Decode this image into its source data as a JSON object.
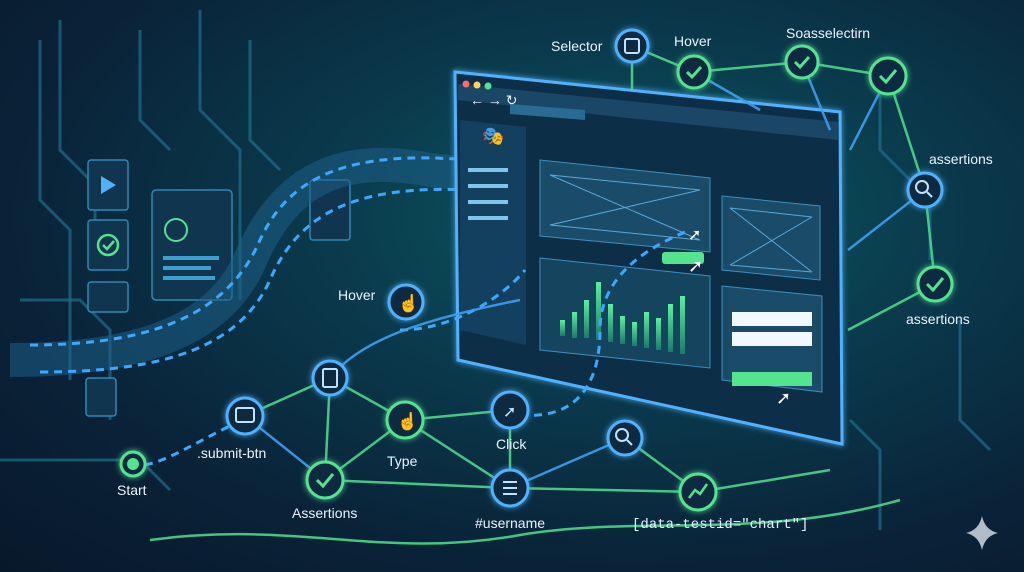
{
  "labels": {
    "start": "Start",
    "submit_btn": ".submit-btn",
    "hover_left": "Hover",
    "type": "Type",
    "click": "Click",
    "assertions_bottom": "Assertions",
    "username": "#username",
    "chart_selector": "[data-testid=\"chart\"]",
    "selector_top": "Selector",
    "hover_top": "Hover",
    "soasselectirn": "Soasselectirn",
    "assertions_right_1": "assertions",
    "assertions_right_2": "assertions"
  },
  "icons": {
    "start": "dot-icon",
    "submit_btn": "browser-cursor-icon",
    "hover_left": "hand-pointer-icon",
    "type": "hand-pointer-icon",
    "click": "cursor-click-icon",
    "assertions_bottom": "check-icon",
    "username": "list-icon",
    "chart_selector": "trend-icon",
    "selector_top": "cursor-box-icon",
    "hover_top": "check-icon",
    "soasselectirn": "check-icon",
    "assertions_right_1": "search-icon",
    "assertions_right_2": "check-icon",
    "magnifier_mid": "search-icon",
    "doc_mid": "document-icon",
    "playwright_logo": "masks-logo-icon",
    "sparkle": "sparkle-icon"
  },
  "colors": {
    "green": "#54e38f",
    "blue": "#3da8ff",
    "background": "#0a2238"
  }
}
